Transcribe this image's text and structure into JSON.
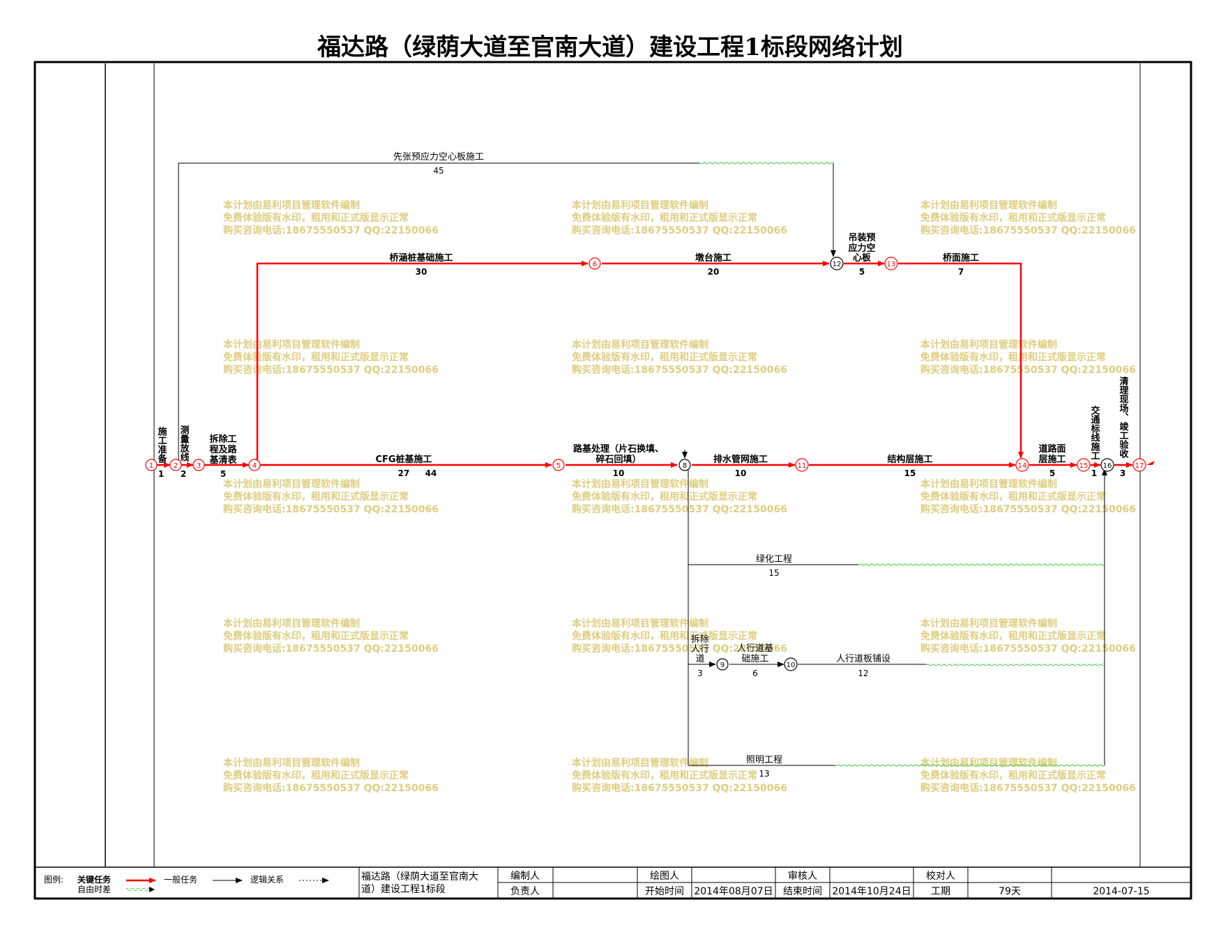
{
  "title": "福达路（绿荫大道至官南大道）建设工程1标段网络计划",
  "colors": {
    "critical": "#ff0000",
    "normal": "#000000",
    "float": "#33cc33",
    "watermark": "#d9c56a"
  },
  "tasks": {
    "t1": {
      "label": "施工准备",
      "duration": "1"
    },
    "t2": {
      "label": "测量放线",
      "duration": "2"
    },
    "t3": {
      "label": "拆除工程及路基清表",
      "duration": "5"
    },
    "t4": {
      "label": "桥涵桩基础施工",
      "duration": "30"
    },
    "t5": {
      "label": "墩台施工",
      "duration": "20"
    },
    "t6": {
      "label": "吊装预应力空心板",
      "duration": "5"
    },
    "t7": {
      "label": "桥面施工",
      "duration": "7"
    },
    "t8": {
      "label": "先张预应力空心板施工",
      "duration": "45"
    },
    "t9": {
      "label": "CFG桩基施工",
      "duration": "27",
      "extra": "44"
    },
    "t10": {
      "label": "路基处理（片石换填、碎石回填）",
      "label_l1": "路基处理（片石换填、",
      "label_l2": "碎石回填）",
      "duration": "10"
    },
    "t11": {
      "label": "排水管网施工",
      "duration": "10"
    },
    "t12": {
      "label": "结构层施工",
      "duration": "15"
    },
    "t13": {
      "label": "道路面层施工",
      "label_l1": "道路面",
      "label_l2": "层施工",
      "duration": "5"
    },
    "t14": {
      "label": "交通标线施工",
      "duration": "1"
    },
    "t15": {
      "label": "清理现场、竣工验收",
      "duration": "3"
    },
    "t16": {
      "label": "绿化工程",
      "duration": "15"
    },
    "t17": {
      "label": "拆除人行道",
      "duration": "3"
    },
    "t18": {
      "label": "人行道基础施工",
      "label_l1": "人行道基",
      "label_l2": "础施工",
      "duration": "6"
    },
    "t19": {
      "label": "人行道板铺设",
      "duration": "12"
    },
    "t20": {
      "label": "照明工程",
      "duration": "13"
    }
  },
  "nodes": [
    "1",
    "2",
    "3",
    "4",
    "5",
    "6",
    "8",
    "9",
    "10",
    "11",
    "12",
    "13",
    "14",
    "15",
    "16",
    "17"
  ],
  "watermark": {
    "line1": "本计划由易利项目管理软件编制",
    "line2": "免费体验版有水印，租用和正式版显示正常",
    "line3": "购买咨询电话:18675550537 QQ:22150066"
  },
  "legend": {
    "label": "图例:",
    "critical": "关键任务",
    "normal": "一般任务",
    "logic": "逻辑关系",
    "float": "自由时差"
  },
  "footer": {
    "project_name_l1": "福达路（绿荫大道至官南大",
    "project_name_l2": "道）建设工程1标段",
    "compiled_by": "编制人",
    "drawn_by": "绘图人",
    "reviewed_by": "审核人",
    "checked_by": "校对人",
    "responsible": "负责人",
    "start_label": "开始时间",
    "start_value": "2014年08月07日",
    "end_label": "结束时间",
    "end_value": "2014年10月24日",
    "duration_label": "工期",
    "duration_value": "79天",
    "date": "2014-07-15"
  }
}
